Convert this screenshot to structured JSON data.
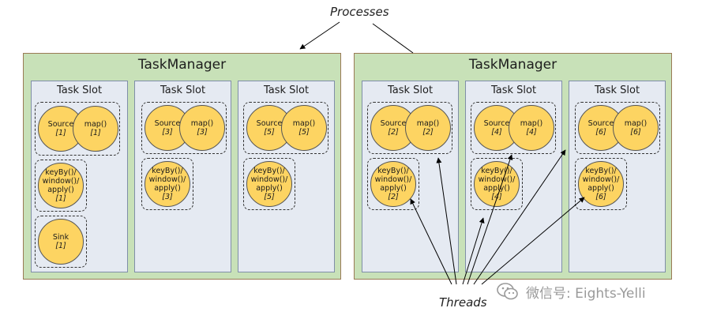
{
  "processes_label": "Processes",
  "threads_label": "Threads",
  "watermark": "微信号: Eights-Yelli",
  "task_managers": [
    {
      "title": "TaskManager",
      "slots": [
        {
          "title": "Task Slot",
          "source": {
            "line1": "Source",
            "line2": "[1]"
          },
          "map": {
            "line1": "map()",
            "line2": "[1]"
          },
          "kwa": {
            "l1": "keyBy()/",
            "l2": "window()/",
            "l3": "apply()",
            "n": "[1]"
          },
          "sink": {
            "line1": "Sink",
            "line2": "[1]"
          }
        },
        {
          "title": "Task Slot",
          "source": {
            "line1": "Source",
            "line2": "[3]"
          },
          "map": {
            "line1": "map()",
            "line2": "[3]"
          },
          "kwa": {
            "l1": "keyBy()/",
            "l2": "window()/",
            "l3": "apply()",
            "n": "[3]"
          }
        },
        {
          "title": "Task Slot",
          "source": {
            "line1": "Source",
            "line2": "[5]"
          },
          "map": {
            "line1": "map()",
            "line2": "[5]"
          },
          "kwa": {
            "l1": "keyBy()/",
            "l2": "window()/",
            "l3": "apply()",
            "n": "[5]"
          }
        }
      ]
    },
    {
      "title": "TaskManager",
      "slots": [
        {
          "title": "Task Slot",
          "source": {
            "line1": "Source",
            "line2": "[2]"
          },
          "map": {
            "line1": "map()",
            "line2": "[2]"
          },
          "kwa": {
            "l1": "keyBy()/",
            "l2": "window()/",
            "l3": "apply()",
            "n": "[2]"
          }
        },
        {
          "title": "Task Slot",
          "source": {
            "line1": "Source",
            "line2": "[4]"
          },
          "map": {
            "line1": "map()",
            "line2": "[4]"
          },
          "kwa": {
            "l1": "keyBy()/",
            "l2": "window()/",
            "l3": "apply()",
            "n": "[4]"
          }
        },
        {
          "title": "Task Slot",
          "source": {
            "line1": "Source",
            "line2": "[6]"
          },
          "map": {
            "line1": "map()",
            "line2": "[6]"
          },
          "kwa": {
            "l1": "keyBy()/",
            "l2": "window()/",
            "l3": "apply()",
            "n": "[6]"
          }
        }
      ]
    }
  ],
  "colors": {
    "task_manager_fill": "#c8e1b8",
    "task_slot_fill": "#e5eaf2",
    "operator_fill": "#fdd462"
  }
}
